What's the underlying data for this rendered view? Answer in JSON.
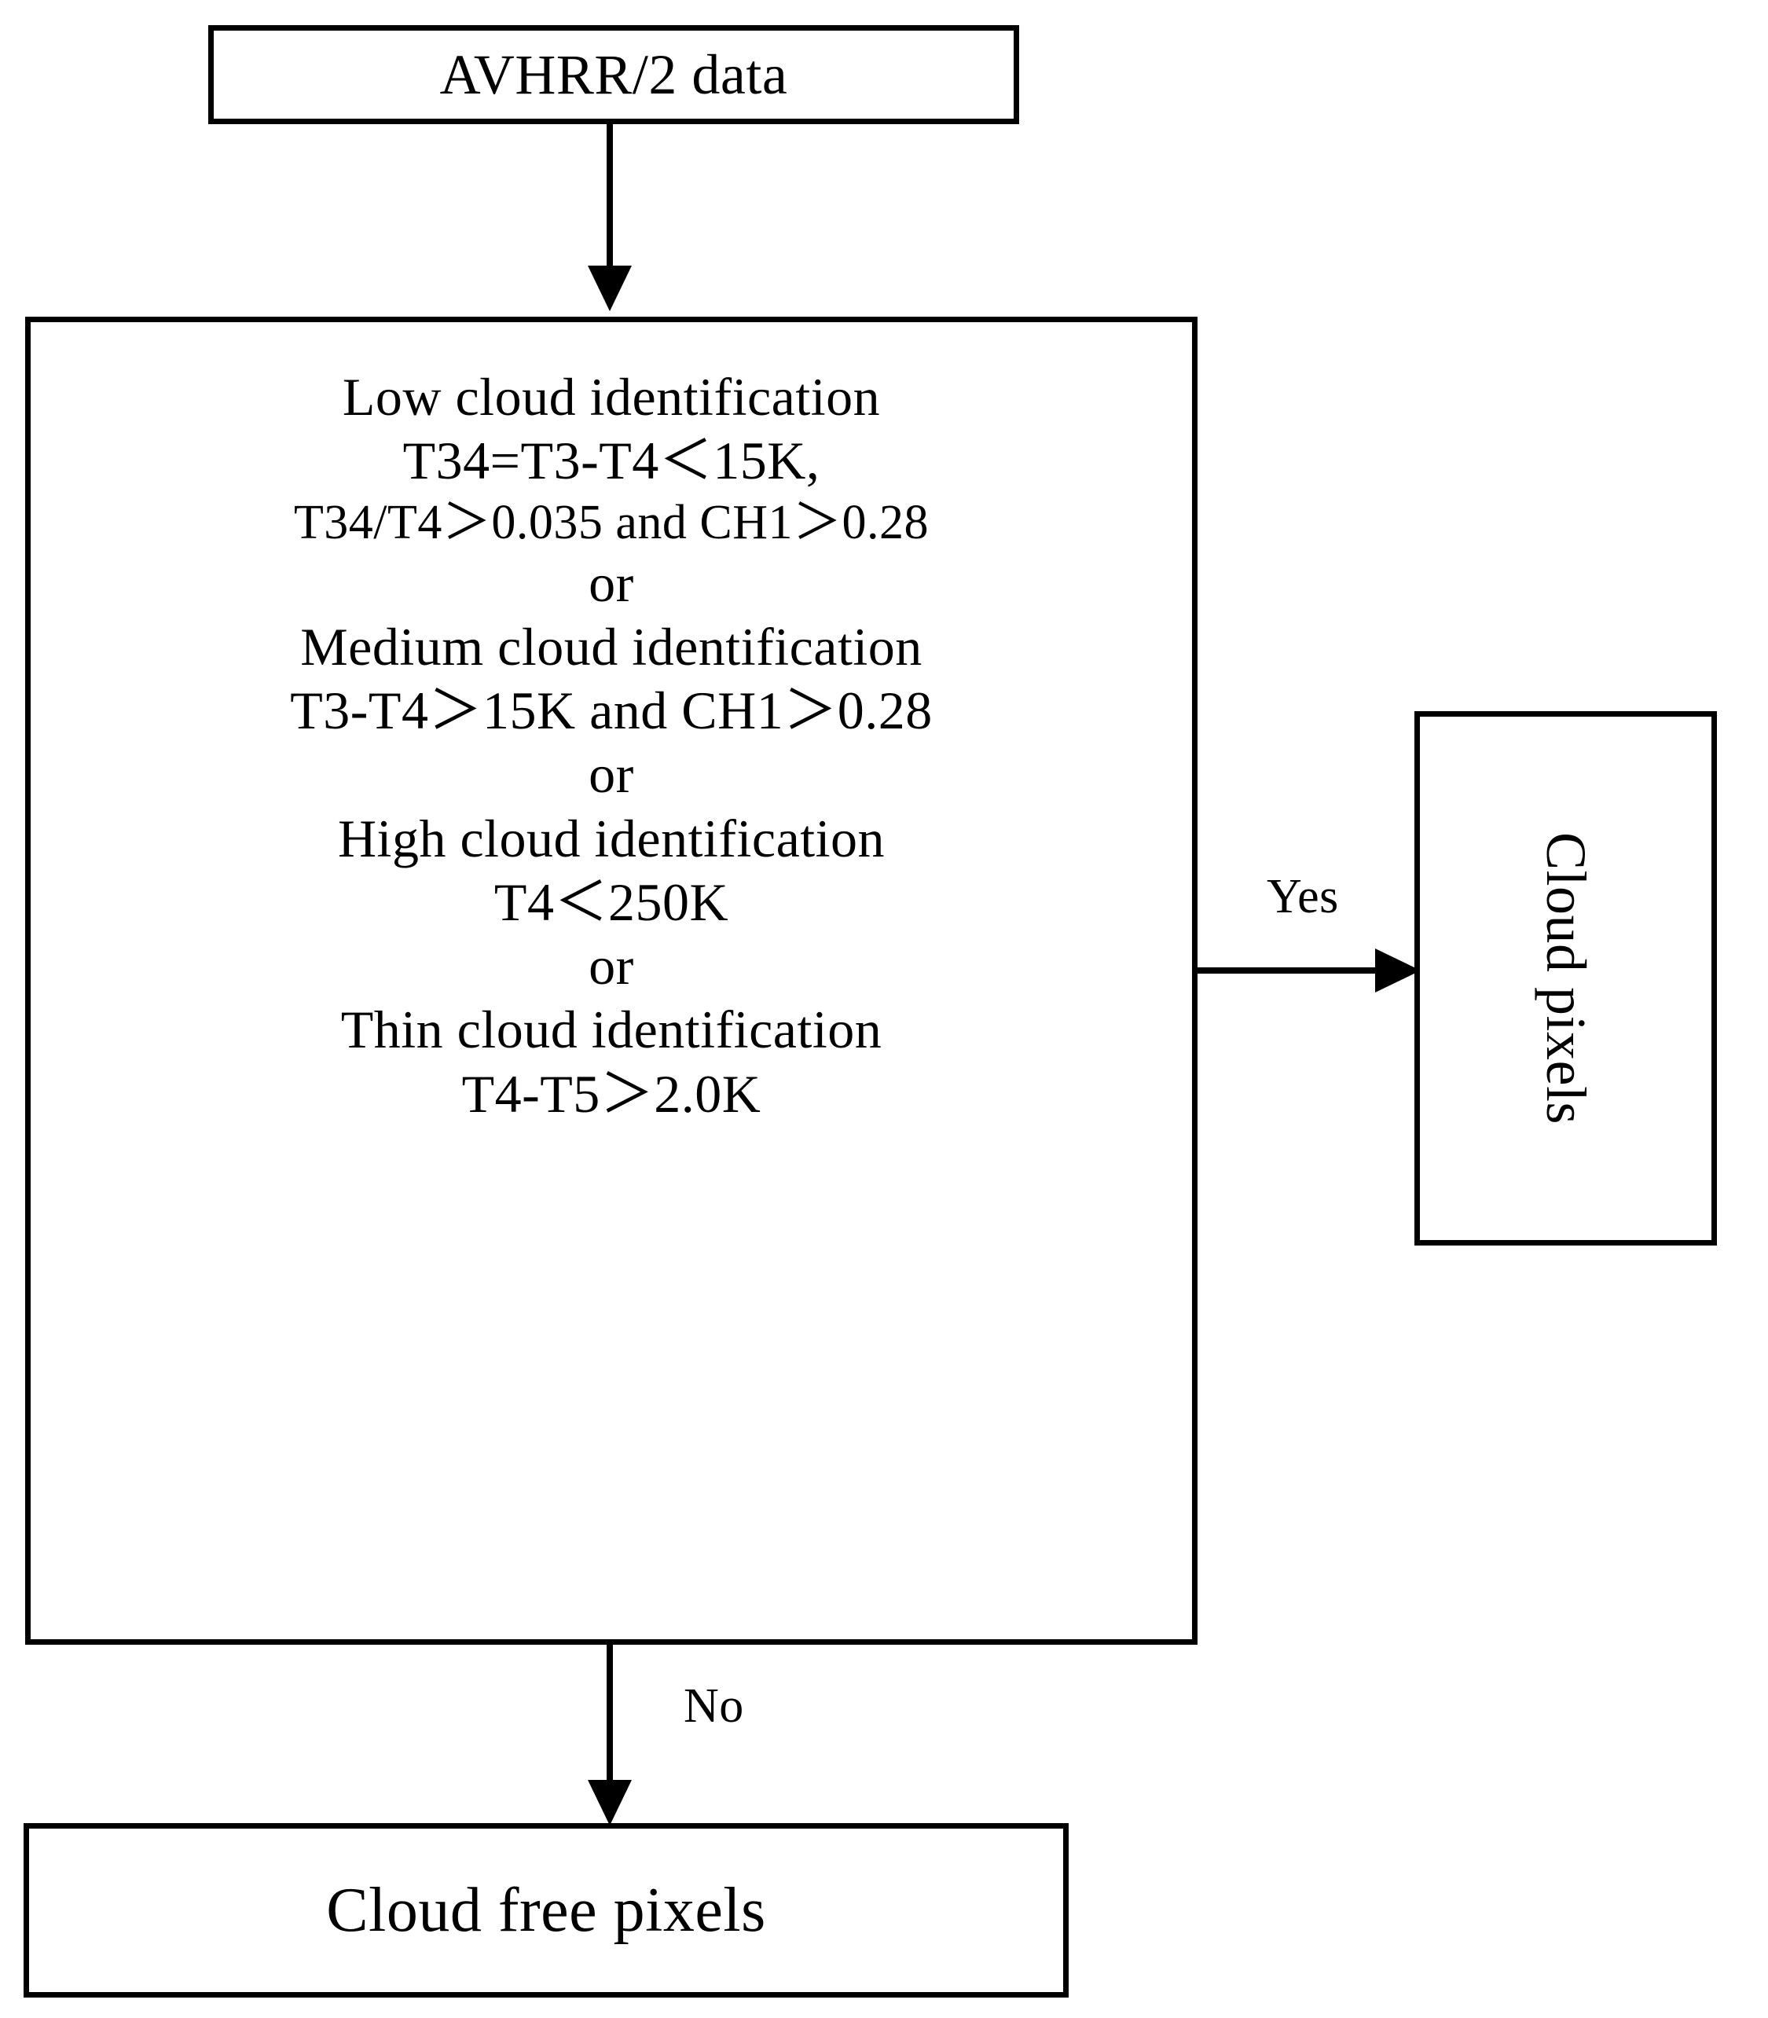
{
  "diagram": {
    "title": "AVHRR/2 cloud detection flowchart",
    "colors": {
      "stroke": "#000000",
      "fill": "#ffffff",
      "text": "#000000"
    },
    "nodes": {
      "input": {
        "label": "AVHRR/2 data"
      },
      "decision": {
        "lines": [
          "Low cloud identification",
          "T34=T3-T4＜15K,",
          "T34/T4＞0.035 and CH1＞0.28",
          "or",
          "Medium cloud identification",
          "T3-T4＞15K and CH1＞0.28",
          "or",
          "High cloud identification",
          "T4＜250K",
          "or",
          "Thin cloud identification",
          "T4-T5＞2.0K"
        ]
      },
      "cloud_pixels": {
        "label": "Cloud pixels"
      },
      "cloud_free_pixels": {
        "label": "Cloud free pixels"
      }
    },
    "edges": {
      "input_to_decision": {
        "label": ""
      },
      "decision_to_cloud_pixels": {
        "label": "Yes"
      },
      "decision_to_cloud_free": {
        "label": "No"
      }
    }
  }
}
